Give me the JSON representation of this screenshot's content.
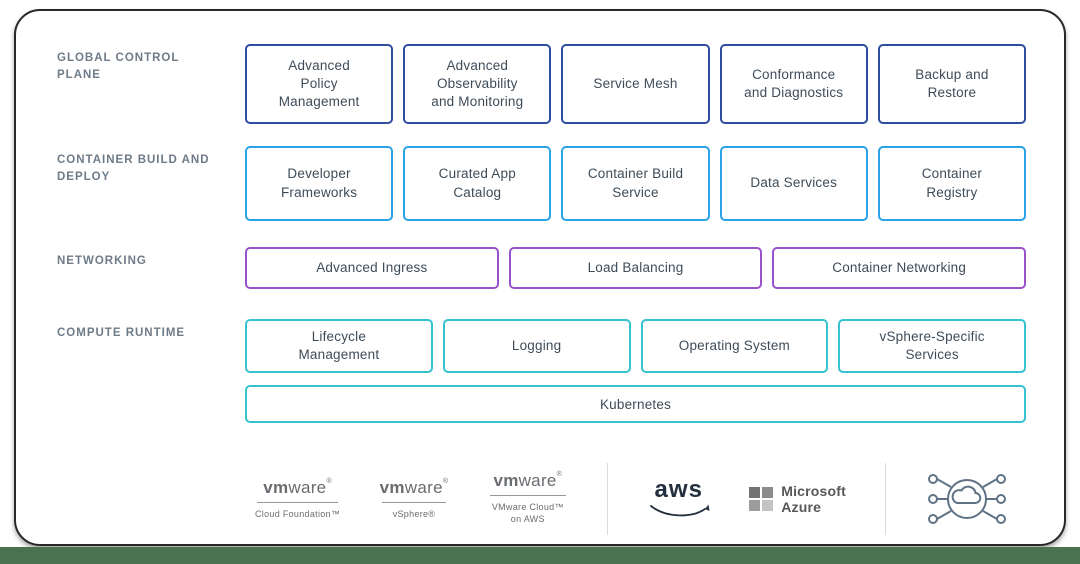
{
  "page": {
    "background": "#ffffff",
    "bottom_bar_color": "#4a7150"
  },
  "sections": [
    {
      "label": "GLOBAL CONTROL PLANE",
      "accent": "#2e4da0",
      "items": [
        "Advanced Policy Management",
        "Advanced Observability and Monitoring",
        "Service Mesh",
        "Conformance and Diagnostics",
        "Backup and Restore"
      ]
    },
    {
      "label": "CONTAINER BUILD AND DEPLOY",
      "accent": "#29a3e3",
      "items": [
        "Developer Frameworks",
        "Curated App Catalog",
        "Container Build Service",
        "Data Services",
        "Container Registry"
      ]
    },
    {
      "label": "NETWORKING",
      "accent": "#9852cc",
      "items": [
        "Advanced Ingress",
        "Load Balancing",
        "Container Networking"
      ]
    },
    {
      "label": "COMPUTE RUNTIME",
      "accent": "#36c3d1",
      "items": [
        "Lifecycle Management",
        "Logging",
        "Operating System",
        "vSphere-Specific Services"
      ],
      "base_item": "Kubernetes"
    }
  ],
  "footer": {
    "vmware_logos": [
      {
        "brand_bold": "vm",
        "brand_rest": "ware",
        "mark": "®",
        "product": "Cloud Foundation™"
      },
      {
        "brand_bold": "vm",
        "brand_rest": "ware",
        "mark": "®",
        "product": "vSphere®"
      },
      {
        "brand_bold": "vm",
        "brand_rest": "ware",
        "mark": "®",
        "product": "VMware Cloud™ on AWS"
      }
    ],
    "aws_label": "aws",
    "azure_line1": "Microsoft",
    "azure_line2": "Azure"
  }
}
